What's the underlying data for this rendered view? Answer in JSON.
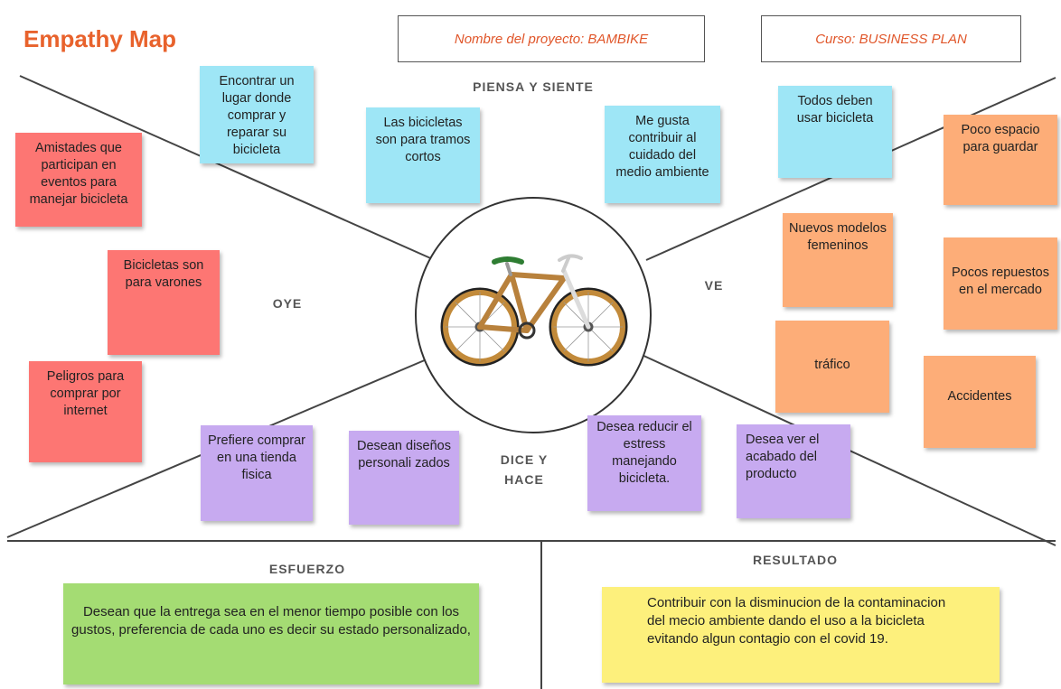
{
  "header": {
    "title": "Empathy Map",
    "project": "Nombre del proyecto: BAMBIKE",
    "course": "Curso: BUSINESS PLAN"
  },
  "sections": {
    "piensa": "PIENSA Y SIENTE",
    "oye": "OYE",
    "ve": "VE",
    "dice": "DICE Y HACE",
    "esfuerzo": "ESFUERZO",
    "resultado": "RESULTADO"
  },
  "center_image": "bicycle",
  "notes": {
    "piensa": [
      "Encontrar un lugar donde comprar y reparar su bicicleta",
      "Las bicicletas son para tramos cortos",
      "Me gusta contribuir al cuidado del medio ambiente",
      "Todos deben usar bicicleta"
    ],
    "oye": [
      "Amistades que participan en eventos para manejar bicicleta",
      "Bicicletas son para varones",
      "Peligros para comprar por internet"
    ],
    "ve": [
      "Poco espacio para guardar",
      "Nuevos modelos femeninos",
      "Pocos repuestos en el mercado",
      "tráfico",
      "Accidentes"
    ],
    "dice": [
      "Prefiere comprar en una tienda fisica",
      "Desean diseños personali zados",
      "Desea reducir el estress manejando bicicleta.",
      "Desea ver el acabado del producto"
    ],
    "esfuerzo": "Desean que la entrega sea en el menor tiempo posible con los gustos, preferencia de cada uno es decir su estado personalizado,",
    "resultado": "Contribuir con la disminucion de la contaminacion del mecio ambiente dando el uso a la bicicleta evitando algun contagio con el covid 19."
  },
  "colors": {
    "title": "#e8622c",
    "piensa_notes": "#9ee6f6",
    "oye_notes": "#fd7673",
    "ve_notes": "#fdad78",
    "dice_notes": "#c7aaf0",
    "esfuerzo_note": "#a4dc73",
    "resultado_note": "#fdf07c"
  }
}
